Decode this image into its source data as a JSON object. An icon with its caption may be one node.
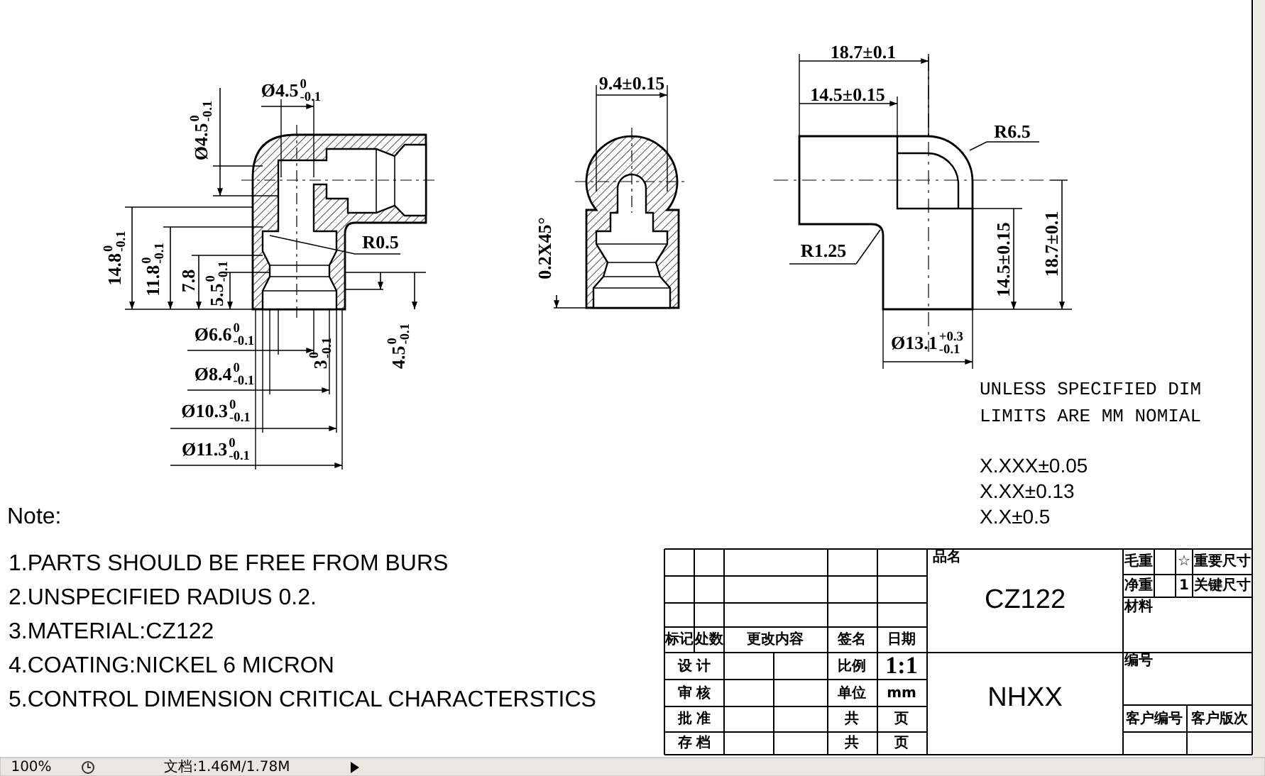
{
  "diagram": {
    "labels": [
      "Ø4.5$^{0}$$_{-0.1}$",
      "Ø4.5$^{0}$$_{-0.1}$",
      "9.4±0.15",
      "18.7±0.1",
      "14.5±0.15",
      "R6.5",
      "R0.5",
      "R1.25",
      "14.8$^{0}$$_{-0.1}$",
      "11.8$^{0}$$_{-0.1}$",
      "7.8",
      "5.5$^{0}$$_{-0.1}$",
      "0.2X45°",
      "14.5±0.15",
      "18.7±0.1",
      "Ø6.6$^{0}$$_{-0.1}$",
      "3$^{0}$$_{-0.1}$",
      "4.5$^{0}$$_{-0.1}$",
      "Ø13.1$^{+0.3}$$_{-0.1}$",
      "Ø8.4$^{0}$$_{-0.1}$",
      "Ø10.3$^{0}$$_{-0.1}$",
      "Ø11.3$^{0}$$_{-0.1}$",
      "UNLESS SPECIFIED DIM LIMITS ARE MM NOMIAL",
      "X.XXX±0.05",
      "X.XX±0.13",
      "Note:",
      "X.X±0.5",
      "1.PARTS SHOULD BE FREE FROM BURS",
      "2.UNSPECIFIED RADIUS 0.2.",
      "3.MATERIAL:CZ122",
      "4.COATING:NICKEL 6 MICRON",
      "5.CONTROL DIMENSION CRITICAL CHARACTERSTICS",
      "品名",
      "毛重",
      "☆",
      "重要尺寸",
      "CZ122",
      "净重",
      "1",
      "关键尺寸",
      "材料",
      "标记",
      "处数",
      "更改内容",
      "签名",
      "日期",
      "设 计",
      "比例",
      "1:1",
      "NHXX",
      "编号",
      "审 核",
      "单位",
      "mm",
      "批 准",
      "共",
      "页",
      "客户编号",
      "客户版次",
      "存 档",
      "共",
      "页",
      "100%",
      "文档:1.46M/1.78M"
    ]
  }
}
